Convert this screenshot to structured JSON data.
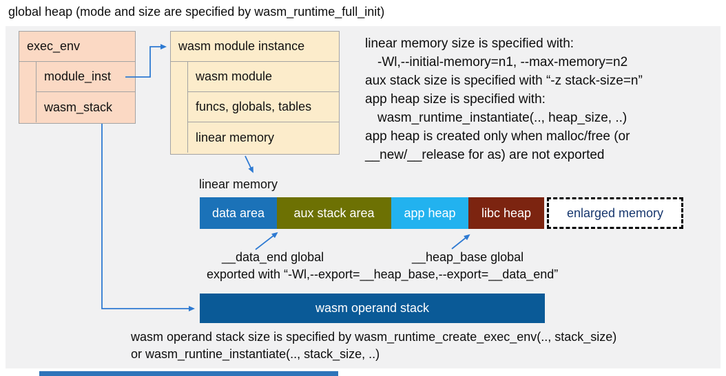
{
  "title": "global heap (mode and size are specified by wasm_runtime_full_init)",
  "exec_env_box": {
    "header": "exec_env",
    "rows": [
      "module_inst",
      "wasm_stack"
    ]
  },
  "module_instance_box": {
    "header": "wasm module instance",
    "rows": [
      "wasm module",
      "funcs, globals, tables",
      "linear memory"
    ]
  },
  "notes_right": {
    "lines": [
      "linear memory size is specified with:",
      "-Wl,--initial-memory=n1, --max-memory=n2",
      "aux stack size is specified with “-z stack-size=n”",
      "app heap size is specified with:",
      "wasm_runtime_instantiate(.., heap_size, ..)",
      "app heap is created only when malloc/free (or",
      "__new/__release for as) are not exported"
    ]
  },
  "linear_memory": {
    "label": "linear memory",
    "segments": [
      {
        "label": "data area",
        "color": "#1b72b8"
      },
      {
        "label": "aux stack area",
        "color": "#6d7103"
      },
      {
        "label": "app heap",
        "color": "#22b2ef"
      },
      {
        "label": "libc heap",
        "color": "#7c2410"
      },
      {
        "label": "enlarged memory",
        "color": "#ffffff"
      }
    ],
    "enlarged_text_color": "#17376e"
  },
  "annotations": {
    "data_end": "__data_end global",
    "heap_base": "__heap_base global",
    "exported": "exported with “-Wl,--export=__heap_base,--export=__data_end”"
  },
  "operand_stack": {
    "label": "wasm operand stack",
    "color": "#0a5a97"
  },
  "footer_lines": [
    "wasm operand stack size is specified by wasm_runtime_create_exec_env(.., stack_size)",
    "or wasm_runtine_instantiate(.., stack_size, ..)"
  ],
  "colors": {
    "connector_blue": "#2e7ad2",
    "panel_gray": "#f1f1f2",
    "exec_env_fill": "#fbd9c4",
    "module_instance_fill": "#fceccb",
    "bottom_bar_blue": "#2e74b9"
  }
}
